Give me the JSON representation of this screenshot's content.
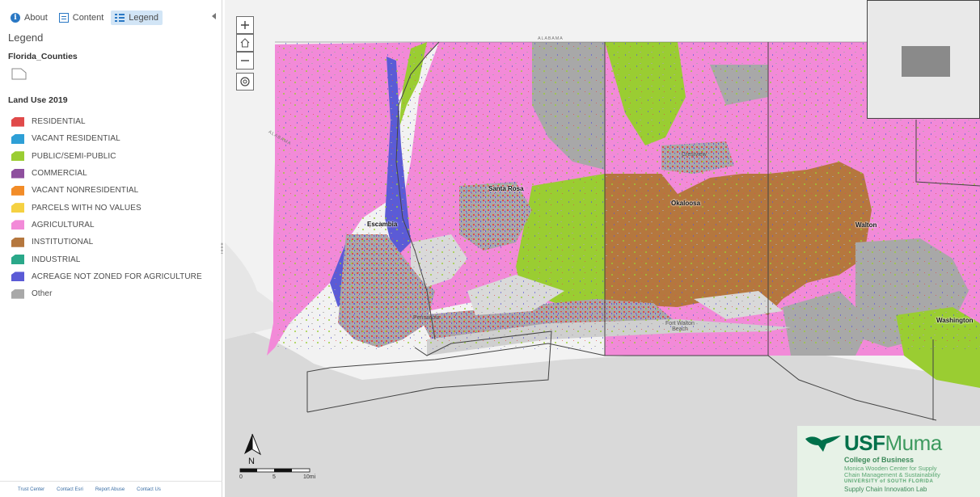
{
  "panel": {
    "tabs": [
      {
        "label": "About",
        "icon": "info-icon"
      },
      {
        "label": "Content",
        "icon": "content-list-icon"
      },
      {
        "label": "Legend",
        "icon": "legend-list-icon",
        "active": true
      }
    ],
    "legend_title": "Legend",
    "layers": [
      {
        "title": "Florida_Counties",
        "symbol": "polygon-outline"
      },
      {
        "title": "Land Use 2019",
        "classes": [
          {
            "label": "RESIDENTIAL",
            "color": "#e04a4a"
          },
          {
            "label": "VACANT RESIDENTIAL",
            "color": "#2e9fd6"
          },
          {
            "label": "PUBLIC/SEMI-PUBLIC",
            "color": "#9acd32"
          },
          {
            "label": "COMMERCIAL",
            "color": "#8e4f9e"
          },
          {
            "label": "VACANT NONRESIDENTIAL",
            "color": "#f28c28"
          },
          {
            "label": "PARCELS WITH NO VALUES",
            "color": "#f5d142"
          },
          {
            "label": "AGRICULTURAL",
            "color": "#f28ad8"
          },
          {
            "label": "INSTITUTIONAL",
            "color": "#b5773e"
          },
          {
            "label": "INDUSTRIAL",
            "color": "#2aa889"
          },
          {
            "label": "ACREAGE NOT ZONED FOR AGRICULTURE",
            "color": "#5b5bd6"
          },
          {
            "label": "Other",
            "color": "#a8a8a8"
          }
        ]
      }
    ],
    "footer": [
      "Trust Center",
      "Contact Esri",
      "Report Abuse",
      "Contact Us"
    ]
  },
  "map": {
    "state_label": "ALABAMA",
    "state_label_2": "ALABAMA",
    "counties": [
      "Escambia",
      "Santa Rosa",
      "Okaloosa",
      "Walton",
      "Washington"
    ],
    "cities": [
      "Pensacola",
      "Fort Walton Beach",
      "Crestview"
    ],
    "scale": {
      "start": "0",
      "mid": "5",
      "end": "10mi"
    },
    "north_label": "N",
    "logo": {
      "usf": "USF",
      "muma": "Muma",
      "line1": "College of Business",
      "line2": "Monica Wooden Center for Supply",
      "line3": "Chain Management & Sustainability",
      "line4": "UNIVERSITY of SOUTH FLORIDA",
      "line5": "Supply Chain Innovation Lab"
    },
    "colors": {
      "gulf": "#d9d9d9",
      "land_bg": "#f2f2f2",
      "agricultural": "#f28ad8",
      "public": "#9acd32",
      "institutional": "#b5773e",
      "other": "#a8a8a8"
    }
  }
}
